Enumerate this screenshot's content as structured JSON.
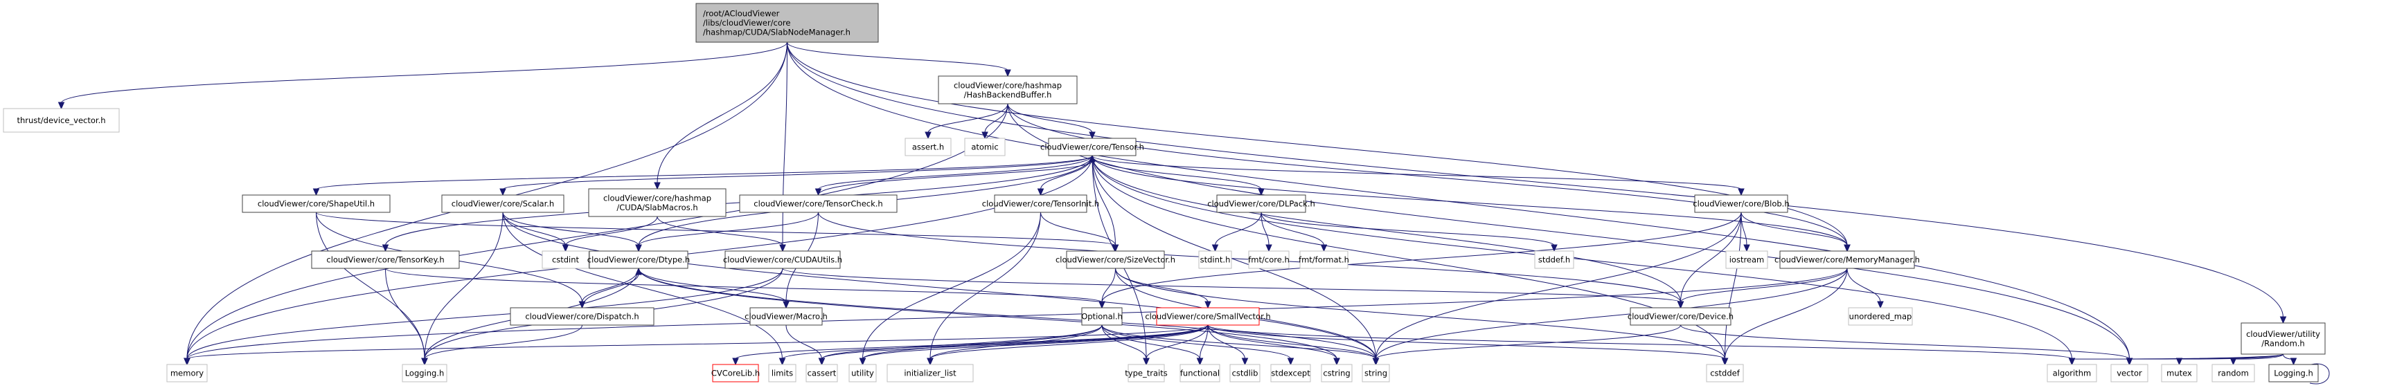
{
  "graph": {
    "title": "Include dependency graph for SlabNodeManager.h",
    "colors": {
      "edge": "#191970",
      "root_fill": "#bfbfbf",
      "missing_border": "#ff0000",
      "external_border": "#bfbfbf"
    },
    "nodes": [
      {
        "id": "root",
        "lines": [
          "/root/ACloudViewer",
          "/libs/cloudViewer/core",
          "/hashmap/CUDA/SlabNodeManager.h"
        ],
        "kind": "root"
      },
      {
        "id": "thrust",
        "lines": [
          "thrust/device_vector.h"
        ],
        "kind": "ext"
      },
      {
        "id": "hbb",
        "lines": [
          "cloudViewer/core/hashmap",
          "/HashBackendBuffer.h"
        ],
        "kind": "doc"
      },
      {
        "id": "random",
        "lines": [
          "cloudViewer/utility",
          "/Random.h"
        ],
        "kind": "doc"
      },
      {
        "id": "assert",
        "lines": [
          "assert.h"
        ],
        "kind": "ext"
      },
      {
        "id": "atomic",
        "lines": [
          "atomic"
        ],
        "kind": "ext"
      },
      {
        "id": "tensor",
        "lines": [
          "cloudViewer/core/Tensor.h"
        ],
        "kind": "doc"
      },
      {
        "id": "shapeutil",
        "lines": [
          "cloudViewer/core/ShapeUtil.h"
        ],
        "kind": "doc"
      },
      {
        "id": "scalar",
        "lines": [
          "cloudViewer/core/Scalar.h"
        ],
        "kind": "doc"
      },
      {
        "id": "slabmacros",
        "lines": [
          "cloudViewer/core/hashmap",
          "/CUDA/SlabMacros.h"
        ],
        "kind": "doc"
      },
      {
        "id": "tensorcheck",
        "lines": [
          "cloudViewer/core/TensorCheck.h"
        ],
        "kind": "doc"
      },
      {
        "id": "tensorinit",
        "lines": [
          "cloudViewer/core/TensorInit.h"
        ],
        "kind": "doc"
      },
      {
        "id": "dlpack",
        "lines": [
          "cloudViewer/core/DLPack.h"
        ],
        "kind": "doc"
      },
      {
        "id": "blob",
        "lines": [
          "cloudViewer/core/Blob.h"
        ],
        "kind": "doc"
      },
      {
        "id": "tensorkey",
        "lines": [
          "cloudViewer/core/TensorKey.h"
        ],
        "kind": "doc"
      },
      {
        "id": "cstdint",
        "lines": [
          "cstdint"
        ],
        "kind": "ext"
      },
      {
        "id": "dtype",
        "lines": [
          "cloudViewer/core/Dtype.h"
        ],
        "kind": "doc"
      },
      {
        "id": "cudautils",
        "lines": [
          "cloudViewer/core/CUDAUtils.h"
        ],
        "kind": "doc"
      },
      {
        "id": "sizevector",
        "lines": [
          "cloudViewer/core/SizeVector.h"
        ],
        "kind": "doc"
      },
      {
        "id": "stdint",
        "lines": [
          "stdint.h"
        ],
        "kind": "ext"
      },
      {
        "id": "fmtcore",
        "lines": [
          "fmt/core.h"
        ],
        "kind": "ext"
      },
      {
        "id": "fmtformat",
        "lines": [
          "fmt/format.h"
        ],
        "kind": "ext"
      },
      {
        "id": "stddef",
        "lines": [
          "stddef.h"
        ],
        "kind": "ext"
      },
      {
        "id": "iostream",
        "lines": [
          "iostream"
        ],
        "kind": "ext"
      },
      {
        "id": "memmgr",
        "lines": [
          "cloudViewer/core/MemoryManager.h"
        ],
        "kind": "doc"
      },
      {
        "id": "dispatch",
        "lines": [
          "cloudViewer/core/Dispatch.h"
        ],
        "kind": "doc"
      },
      {
        "id": "macro",
        "lines": [
          "cloudViewer/Macro.h"
        ],
        "kind": "doc"
      },
      {
        "id": "optional",
        "lines": [
          "Optional.h"
        ],
        "kind": "doc"
      },
      {
        "id": "smallvector",
        "lines": [
          "cloudViewer/core/SmallVector.h"
        ],
        "kind": "red"
      },
      {
        "id": "device",
        "lines": [
          "cloudViewer/core/Device.h"
        ],
        "kind": "doc"
      },
      {
        "id": "unordered_map",
        "lines": [
          "unordered_map"
        ],
        "kind": "ext"
      },
      {
        "id": "memory",
        "lines": [
          "memory"
        ],
        "kind": "ext"
      },
      {
        "id": "logging",
        "lines": [
          "Logging.h"
        ],
        "kind": "ext"
      },
      {
        "id": "cvcorelib",
        "lines": [
          "CVCoreLib.h"
        ],
        "kind": "red"
      },
      {
        "id": "limits",
        "lines": [
          "limits"
        ],
        "kind": "ext"
      },
      {
        "id": "cassert",
        "lines": [
          "cassert"
        ],
        "kind": "ext"
      },
      {
        "id": "utility",
        "lines": [
          "utility"
        ],
        "kind": "ext"
      },
      {
        "id": "initializer_list",
        "lines": [
          "initializer_list"
        ],
        "kind": "ext"
      },
      {
        "id": "type_traits",
        "lines": [
          "type_traits"
        ],
        "kind": "ext"
      },
      {
        "id": "functional",
        "lines": [
          "functional"
        ],
        "kind": "ext"
      },
      {
        "id": "cstdlib",
        "lines": [
          "cstdlib"
        ],
        "kind": "ext"
      },
      {
        "id": "stdexcept",
        "lines": [
          "stdexcept"
        ],
        "kind": "ext"
      },
      {
        "id": "cstring",
        "lines": [
          "cstring"
        ],
        "kind": "ext"
      },
      {
        "id": "string",
        "lines": [
          "string"
        ],
        "kind": "ext"
      },
      {
        "id": "cstddef",
        "lines": [
          "cstddef"
        ],
        "kind": "ext"
      },
      {
        "id": "algorithm",
        "lines": [
          "algorithm"
        ],
        "kind": "ext"
      },
      {
        "id": "vector",
        "lines": [
          "vector"
        ],
        "kind": "ext"
      },
      {
        "id": "mutex",
        "lines": [
          "mutex"
        ],
        "kind": "ext"
      },
      {
        "id": "random_std",
        "lines": [
          "random"
        ],
        "kind": "ext"
      },
      {
        "id": "logging2",
        "lines": [
          "Logging.h"
        ],
        "kind": "doc"
      }
    ],
    "edges": [
      [
        "root",
        "thrust"
      ],
      [
        "root",
        "hbb"
      ],
      [
        "root",
        "random"
      ],
      [
        "root",
        "memory"
      ],
      [
        "root",
        "slabmacros"
      ],
      [
        "root",
        "cudautils"
      ],
      [
        "root",
        "memmgr"
      ],
      [
        "root",
        "vector"
      ],
      [
        "hbb",
        "assert"
      ],
      [
        "hbb",
        "atomic"
      ],
      [
        "hbb",
        "tensor"
      ],
      [
        "hbb",
        "memmgr"
      ],
      [
        "hbb",
        "memory"
      ],
      [
        "hbb",
        "vector"
      ],
      [
        "tensor",
        "shapeutil"
      ],
      [
        "tensor",
        "scalar"
      ],
      [
        "tensor",
        "tensorcheck"
      ],
      [
        "tensor",
        "tensorinit"
      ],
      [
        "tensor",
        "dlpack"
      ],
      [
        "tensor",
        "blob"
      ],
      [
        "tensor",
        "tensorkey"
      ],
      [
        "tensor",
        "dtype"
      ],
      [
        "tensor",
        "sizevector"
      ],
      [
        "tensor",
        "device"
      ],
      [
        "tensor",
        "memmgr"
      ],
      [
        "tensor",
        "memory"
      ],
      [
        "tensor",
        "string"
      ],
      [
        "tensor",
        "algorithm"
      ],
      [
        "tensor",
        "cstddef"
      ],
      [
        "tensor",
        "type_traits"
      ],
      [
        "shapeutil",
        "sizevector"
      ],
      [
        "shapeutil",
        "dispatch"
      ],
      [
        "shapeutil",
        "logging"
      ],
      [
        "scalar",
        "cstdint"
      ],
      [
        "scalar",
        "dtype"
      ],
      [
        "scalar",
        "logging"
      ],
      [
        "scalar",
        "limits"
      ],
      [
        "scalar",
        "string"
      ],
      [
        "slabmacros",
        "cstdint"
      ],
      [
        "slabmacros",
        "cudautils"
      ],
      [
        "tensorcheck",
        "tensor"
      ],
      [
        "tensorcheck",
        "dtype"
      ],
      [
        "tensorcheck",
        "macro"
      ],
      [
        "tensorcheck",
        "device"
      ],
      [
        "tensorinit",
        "sizevector"
      ],
      [
        "tensorinit",
        "utility"
      ],
      [
        "tensorinit",
        "initializer_list"
      ],
      [
        "dlpack",
        "stdint"
      ],
      [
        "dlpack",
        "fmtcore"
      ],
      [
        "dlpack",
        "fmtformat"
      ],
      [
        "dlpack",
        "stddef"
      ],
      [
        "blob",
        "device"
      ],
      [
        "blob",
        "memmgr"
      ],
      [
        "blob",
        "iostream"
      ],
      [
        "blob",
        "string"
      ],
      [
        "blob",
        "cstddef"
      ],
      [
        "blob",
        "optional"
      ],
      [
        "tensorkey",
        "logging"
      ],
      [
        "tensorkey",
        "optional"
      ],
      [
        "dtype",
        "dispatch"
      ],
      [
        "dtype",
        "logging"
      ],
      [
        "dtype",
        "macro"
      ],
      [
        "dtype",
        "string"
      ],
      [
        "dtype",
        "cstring"
      ],
      [
        "cudautils",
        "logging"
      ],
      [
        "cudautils",
        "memory"
      ],
      [
        "cudautils",
        "device"
      ],
      [
        "sizevector",
        "optional"
      ],
      [
        "sizevector",
        "smallvector"
      ],
      [
        "sizevector",
        "string"
      ],
      [
        "sizevector",
        "cstddef"
      ],
      [
        "memmgr",
        "device"
      ],
      [
        "memmgr",
        "unordered_map"
      ],
      [
        "memmgr",
        "string"
      ],
      [
        "memmgr",
        "cstddef"
      ],
      [
        "memmgr",
        "memory"
      ],
      [
        "dispatch",
        "dtype"
      ],
      [
        "dispatch",
        "logging"
      ],
      [
        "macro",
        "cassert"
      ],
      [
        "optional",
        "cassert"
      ],
      [
        "optional",
        "utility"
      ],
      [
        "optional",
        "initializer_list"
      ],
      [
        "optional",
        "type_traits"
      ],
      [
        "optional",
        "functional"
      ],
      [
        "optional",
        "stdexcept"
      ],
      [
        "optional",
        "string"
      ],
      [
        "smallvector",
        "cvcorelib"
      ],
      [
        "smallvector",
        "limits"
      ],
      [
        "smallvector",
        "cassert"
      ],
      [
        "smallvector",
        "utility"
      ],
      [
        "smallvector",
        "initializer_list"
      ],
      [
        "smallvector",
        "type_traits"
      ],
      [
        "smallvector",
        "functional"
      ],
      [
        "smallvector",
        "cstdlib"
      ],
      [
        "smallvector",
        "cstring"
      ],
      [
        "smallvector",
        "string"
      ],
      [
        "smallvector",
        "cstddef"
      ],
      [
        "smallvector",
        "algorithm"
      ],
      [
        "smallvector",
        "memory"
      ],
      [
        "device",
        "string"
      ],
      [
        "device",
        "vector"
      ],
      [
        "random",
        "algorithm"
      ],
      [
        "random",
        "vector"
      ],
      [
        "random",
        "mutex"
      ],
      [
        "random",
        "random_std"
      ],
      [
        "random",
        "logging2"
      ]
    ]
  }
}
